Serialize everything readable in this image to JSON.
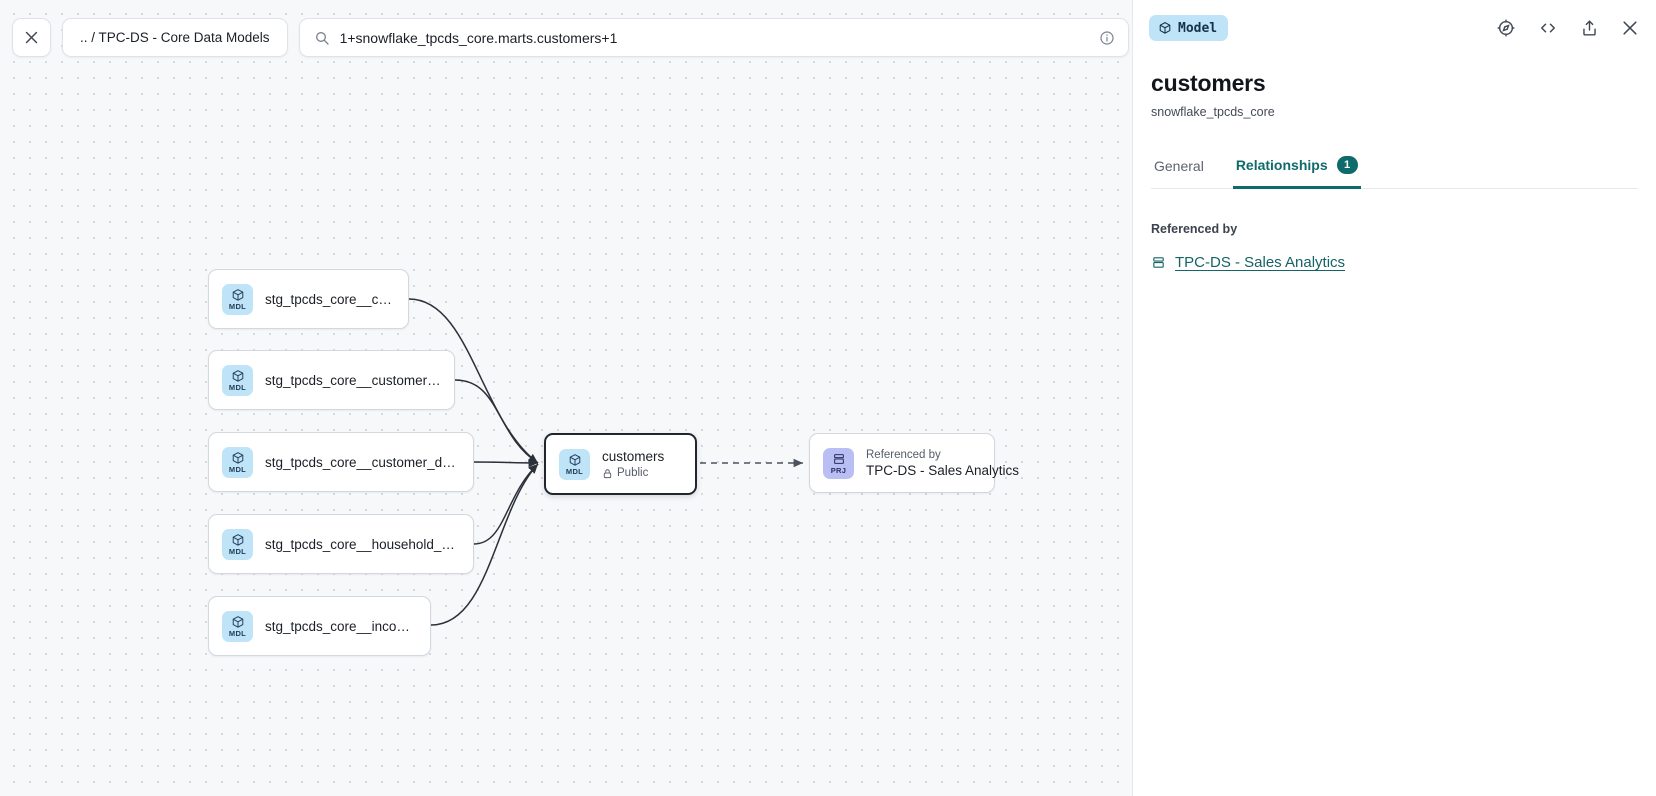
{
  "toolbar": {
    "close_label": "close-canvas",
    "breadcrumb": ".. / TPC-DS - Core Data Models",
    "search_value": "1+snowflake_tpcds_core.marts.customers+1",
    "search_icon": "search-icon",
    "info_icon": "info-circle-icon",
    "refresh_icon": "refresh-icon"
  },
  "graph": {
    "upstream_nodes": [
      {
        "badge": "MDL",
        "label": "stg_tpcds_core__customer"
      },
      {
        "badge": "MDL",
        "label": "stg_tpcds_core__customer_address"
      },
      {
        "badge": "MDL",
        "label": "stg_tpcds_core__customer_demogra…"
      },
      {
        "badge": "MDL",
        "label": "stg_tpcds_core__household_demogr…"
      },
      {
        "badge": "MDL",
        "label": "stg_tpcds_core__income_band"
      }
    ],
    "selected_node": {
      "badge": "MDL",
      "label": "customers",
      "access": "Public",
      "access_icon": "lock-icon"
    },
    "downstream_node": {
      "badge": "PRJ",
      "caption": "Referenced by",
      "label": "TPC-DS - Sales Analytics"
    }
  },
  "panel": {
    "kind_badge": "Model",
    "kind_icon": "cube-icon",
    "actions": [
      {
        "name": "explore-icon",
        "title": "Explore"
      },
      {
        "name": "code-icon",
        "title": "Code"
      },
      {
        "name": "share-icon",
        "title": "Share"
      },
      {
        "name": "close-icon",
        "title": "Close"
      }
    ],
    "title": "customers",
    "subtitle": "snowflake_tpcds_core",
    "tabs": [
      {
        "label": "General",
        "active": false,
        "count": ""
      },
      {
        "label": "Relationships",
        "active": true,
        "count": "1"
      }
    ],
    "relationships": {
      "section_label": "Referenced by",
      "items": [
        {
          "icon": "project-icon",
          "label": "TPC-DS - Sales Analytics"
        }
      ]
    }
  },
  "colors": {
    "accent_teal": "#0f6b6b",
    "badge_model": "#bfe3f7",
    "badge_project": "#b9bff4",
    "canvas_bg": "#f7f8fa"
  }
}
